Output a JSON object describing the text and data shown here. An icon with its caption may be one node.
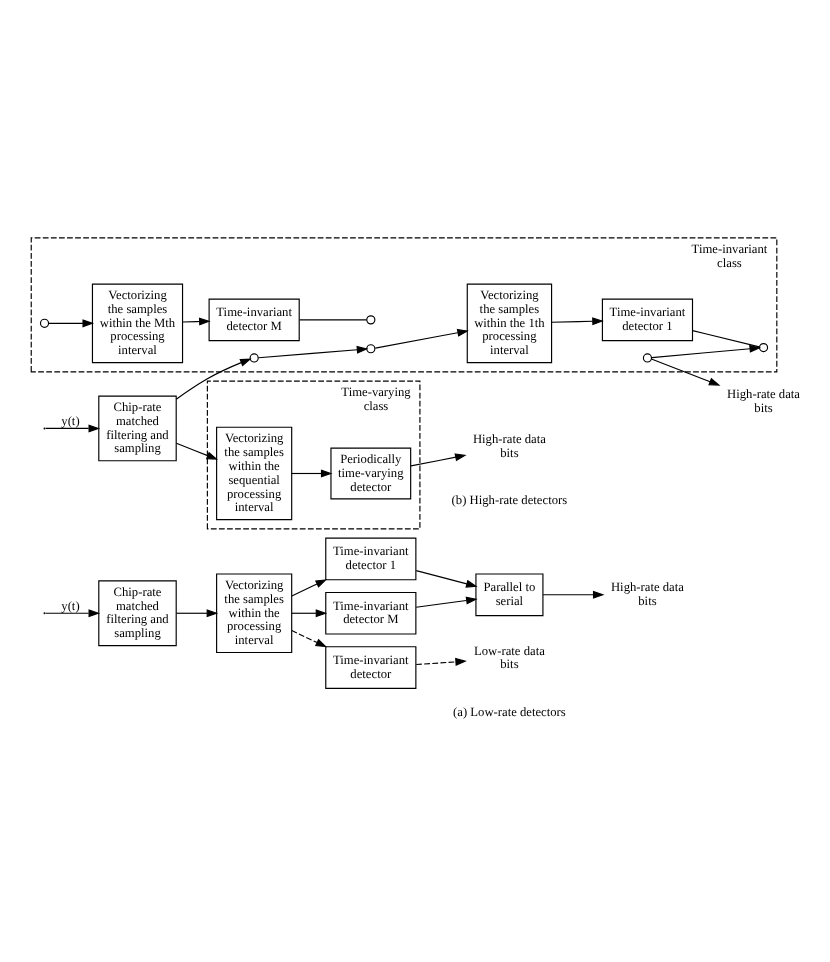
{
  "diagram": {
    "nodes": [
      {
        "text": [
          "Chip-rate matched filtering and sampling"
        ]
      },
      {
        "text": [
          "Vectorizing the samples within the processing interval"
        ]
      },
      {
        "text": [
          "Time-invariant detector 1"
        ]
      },
      {
        "text": [
          "Time-invariant detector M"
        ]
      },
      {
        "text": [
          "Parallel to serial"
        ]
      },
      {
        "text": [
          "Time-invariant detector"
        ]
      },
      {
        "text": [
          "High-rate data bits"
        ]
      },
      {
        "text": [
          "Low-rate data bits"
        ]
      },
      {
        "text": [
          "Time-invariant class"
        ]
      },
      {
        "text": [
          "Time-varying class"
        ]
      },
      {
        "text": [
          "Chip-rate matched filtering and sampling"
        ]
      },
      {
        "text": [],
        "shape": "circle",
        "in": 8
      },
      {
        "text": [],
        "shape": "circle",
        "in": 8
      },
      {
        "text": [
          "Vectorizing the samples within the 1th processing interval"
        ],
        "in": 8
      },
      {
        "text": [
          "Time-invariant detector 1"
        ],
        "in": 8
      },
      {
        "text": [],
        "shape": "circle",
        "in": 8
      },
      {
        "text": [],
        "shape": "circle",
        "in": 8
      },
      {
        "text": [
          "Vectorizing the samples within the Mth processing interval"
        ],
        "in": 8
      },
      {
        "text": [
          "Time-invariant detector M"
        ],
        "in": 8
      },
      {
        "text": [],
        "shape": "circle",
        "in": 8
      },
      {
        "text": [],
        "shape": "circle",
        "in": 8
      },
      {
        "text": [
          "High-rate data bits"
        ]
      },
      {
        "text": [
          "Vectorizing the samples within the sequential processing interval"
        ],
        "in": 9
      },
      {
        "text": [
          "Periodically time-varying detector"
        ],
        "in": 9
      },
      {
        "text": [
          "High-rate data bits"
        ]
      }
    ],
    "edges": [
      {
        "from": null,
        "to": 0,
        "arrow": "to",
        "label": "y(t)"
      },
      {
        "from": 0,
        "to": 1,
        "arrow": "to"
      },
      {
        "from": 1,
        "to": 2,
        "arrow": "to"
      },
      {
        "from": 1,
        "to": 3,
        "arrow": "to"
      },
      {
        "from": 2,
        "to": 4,
        "arrow": "to"
      },
      {
        "from": 3,
        "to": 4,
        "arrow": "to"
      },
      {
        "from": 4,
        "to": 6,
        "arrow": "to"
      },
      {
        "from": 1,
        "to": 5,
        "arrow": "to",
        "style": "dashed"
      },
      {
        "from": 5,
        "to": 7,
        "arrow": "to",
        "style": "dashed"
      },
      {
        "from": null,
        "to": 10,
        "arrow": "to",
        "label": "y(t)"
      },
      {
        "from": 10,
        "to": 11,
        "arrow": "to"
      },
      {
        "from": 11,
        "to": 12,
        "arrow": "to"
      },
      {
        "from": 12,
        "to": 13,
        "arrow": "to"
      },
      {
        "from": 13,
        "to": 14,
        "arrow": "to"
      },
      {
        "from": 14,
        "to": 15,
        "arrow": "none"
      },
      {
        "from": 16,
        "to": 17,
        "arrow": "to"
      },
      {
        "from": 17,
        "to": 18,
        "arrow": "to"
      },
      {
        "from": 18,
        "to": 19,
        "arrow": "none"
      },
      {
        "from": 20,
        "to": 15,
        "arrow": "to"
      },
      {
        "from": 20,
        "to": 21,
        "arrow": "to"
      },
      {
        "from": 10,
        "to": 22,
        "arrow": "to"
      },
      {
        "from": 22,
        "to": 23,
        "arrow": "to"
      },
      {
        "from": 23,
        "to": 24,
        "arrow": "to"
      }
    ],
    "labels": [
      "(a) Low-rate detectors",
      "(b) High-rate detectors"
    ]
  }
}
